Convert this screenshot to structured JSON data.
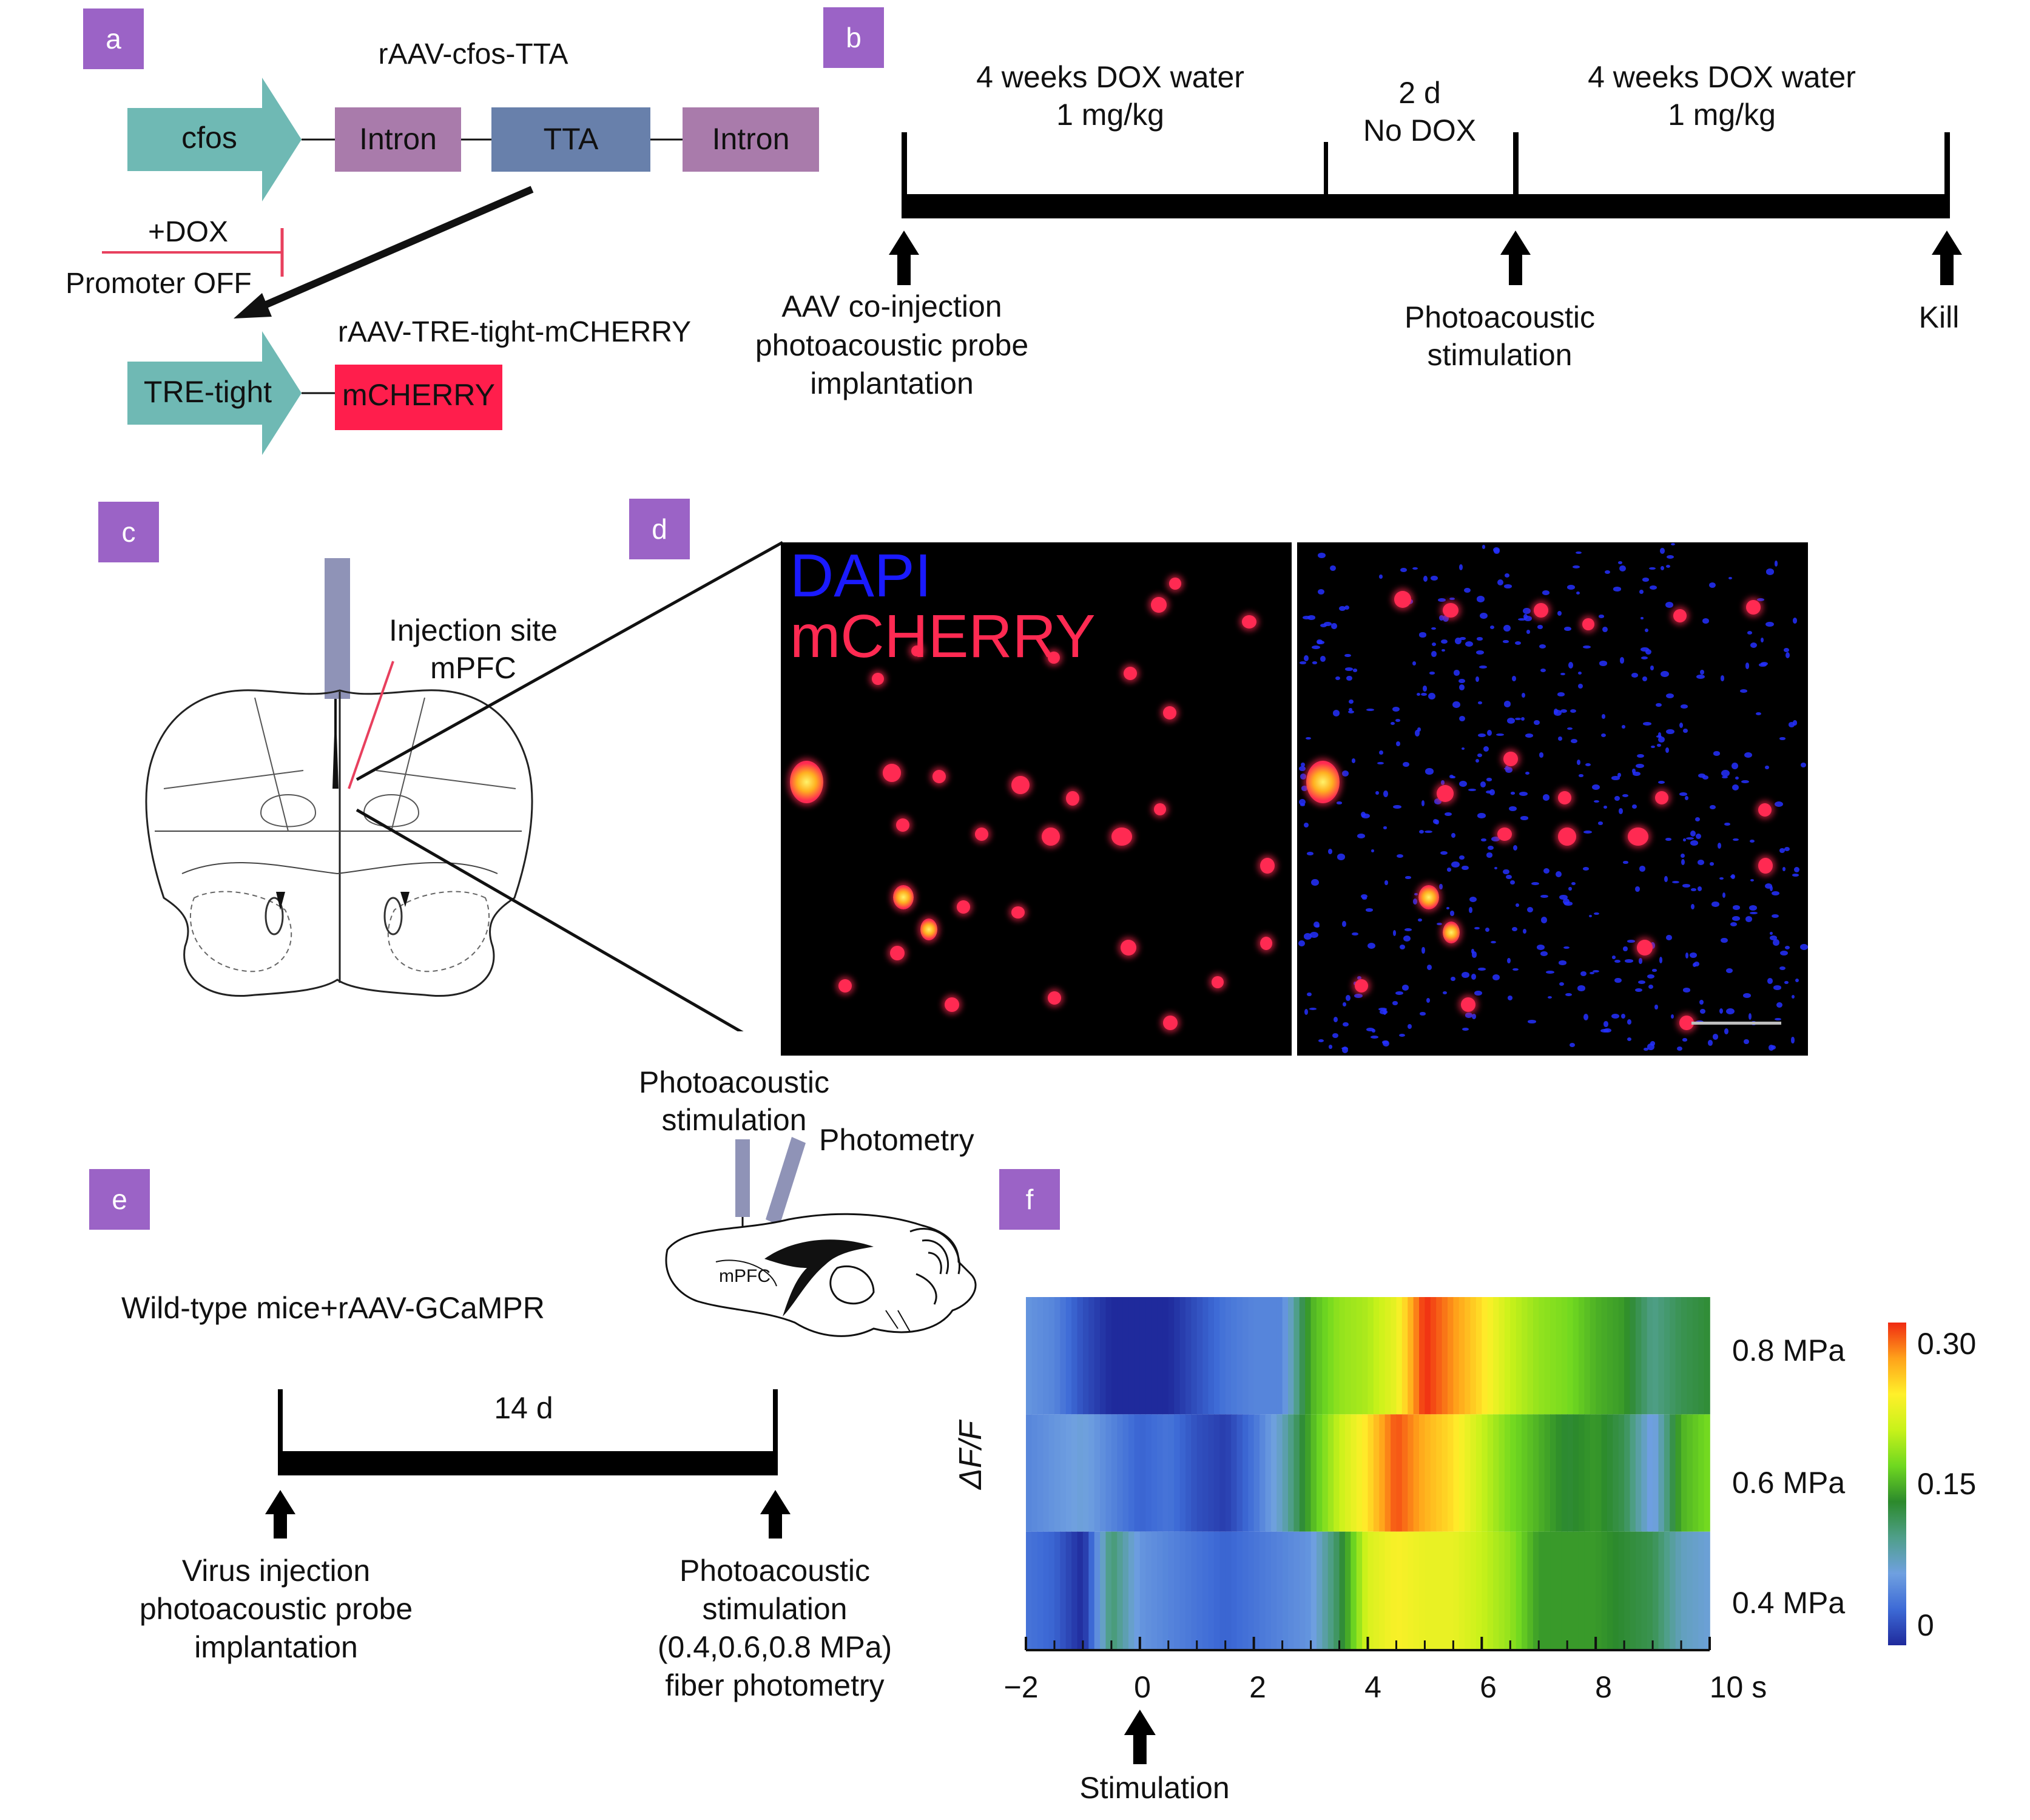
{
  "panel_labels": {
    "a": "a",
    "b": "b",
    "c": "c",
    "d": "d",
    "e": "e",
    "f": "f"
  },
  "panel_a": {
    "construct1_title": "rAAV-cfos-TTA",
    "cfos": "cfos",
    "intron1": "Intron",
    "tta": "TTA",
    "intron2": "Intron",
    "dox": "+DOX",
    "promoter_off": "Promoter OFF",
    "construct2_title": "rAAV-TRE-tight-mCHERRY",
    "tre_tight": "TRE-tight",
    "mcherry": "mCHERRY",
    "colors": {
      "promoter": "#6fb9b4",
      "intron": "#a97bab",
      "tta": "#6880ab",
      "mcherry": "#ff1e4c",
      "inhibit": "#e8405e"
    }
  },
  "panel_b": {
    "phase1_line1": "4 weeks DOX water",
    "phase1_line2": "1 mg/kg",
    "phase2_line1": "2 d",
    "phase2_line2": "No DOX",
    "phase3_line1": "4 weeks DOX water",
    "phase3_line2": "1 mg/kg",
    "event1_line1": "AAV co-injection",
    "event1_line2": "photoacoustic probe",
    "event1_line3": "implantation",
    "event2_line1": "Photoacoustic",
    "event2_line2": "stimulation",
    "event3": "Kill"
  },
  "panel_c": {
    "injection_line1": "Injection site",
    "injection_line2": "mPFC"
  },
  "panel_d": {
    "dapi": "DAPI",
    "mcherry": "mCHERRY",
    "colors": {
      "dapi": "#1a1aff",
      "mcherry": "#ff2a52"
    }
  },
  "panel_e": {
    "pa_line1": "Photoacoustic",
    "pa_line2": "stimulation",
    "photometry": "Photometry",
    "mpfc": "mPFC",
    "mice": "Wild-type mice+rAAV-GCaMPR",
    "interval": "14 d",
    "event1_line1": "Virus injection",
    "event1_line2": "photoacoustic probe",
    "event1_line3": "implantation",
    "event2_line1": "Photoacoustic",
    "event2_line2": "stimulation",
    "event2_line3": "(0.4,0.6,0.8 MPa)",
    "event2_line4": "fiber photometry"
  },
  "panel_f": {
    "chart_data": {
      "type": "heatmap",
      "ylabel": "ΔF/F",
      "x_ticks": [
        "−2",
        "0",
        "2",
        "4",
        "6",
        "8",
        "10 s"
      ],
      "x_range": [
        -2,
        10
      ],
      "rows": [
        {
          "label": "0.8 MPa",
          "x": [
            -2,
            -1.5,
            -1,
            -0.5,
            0,
            0.5,
            1,
            1.5,
            2,
            2.5,
            3,
            3.5,
            4,
            4.5,
            5,
            5.5,
            6,
            6.5,
            7,
            7.5,
            8,
            8.5,
            9,
            9.5,
            10
          ],
          "values": [
            0.06,
            0.05,
            0.02,
            0.0,
            0.0,
            0.0,
            0.02,
            0.04,
            0.05,
            0.05,
            0.15,
            0.18,
            0.19,
            0.22,
            0.3,
            0.27,
            0.24,
            0.2,
            0.18,
            0.17,
            0.15,
            0.14,
            0.1,
            0.12,
            0.13
          ]
        },
        {
          "label": "0.6 MPa",
          "x": [
            -2,
            -1.5,
            -1,
            -0.5,
            0,
            0.5,
            1,
            1.5,
            2,
            2.5,
            3,
            3.5,
            4,
            4.5,
            5,
            5.5,
            6,
            6.5,
            7,
            7.5,
            8,
            8.5,
            9,
            9.5,
            10
          ],
          "values": [
            0.05,
            0.06,
            0.07,
            0.05,
            0.03,
            0.04,
            0.02,
            0.01,
            0.04,
            0.08,
            0.15,
            0.2,
            0.24,
            0.29,
            0.26,
            0.24,
            0.2,
            0.17,
            0.15,
            0.13,
            0.14,
            0.12,
            0.06,
            0.15,
            0.17
          ]
        },
        {
          "label": "0.4 MPa",
          "x": [
            -2,
            -1.5,
            -1,
            -0.5,
            0,
            0.5,
            1,
            1.5,
            2,
            2.5,
            3,
            3.5,
            4,
            4.5,
            5,
            5.5,
            6,
            6.5,
            7,
            7.5,
            8,
            8.5,
            9,
            9.5,
            10
          ],
          "values": [
            0.04,
            0.03,
            0.0,
            0.11,
            0.06,
            0.05,
            0.04,
            0.03,
            0.04,
            0.05,
            0.06,
            0.12,
            0.21,
            0.23,
            0.22,
            0.22,
            0.2,
            0.18,
            0.14,
            0.14,
            0.14,
            0.13,
            0.12,
            0.08,
            0.07
          ]
        }
      ],
      "colorbar": {
        "ticks": [
          "0.30",
          "0.15",
          "0"
        ],
        "range": [
          0,
          0.3
        ]
      },
      "annotation": "Stimulation",
      "colorscale": [
        "#1f2a9c",
        "#3d6ad6",
        "#6fa0e0",
        "#4f9f8a",
        "#2c8a2c",
        "#6fd820",
        "#c8f21a",
        "#fff02a",
        "#ffa21a",
        "#f02a12"
      ]
    }
  }
}
